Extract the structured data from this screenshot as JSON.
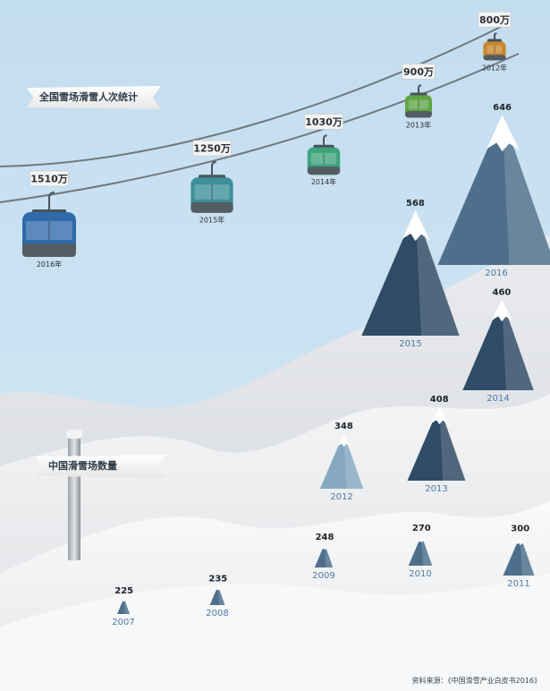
{
  "colors": {
    "sky": "#c9e1f1",
    "cable": "#6f7a80",
    "mountain_dark": "#2f4b66",
    "mountain_mid": "#4e6f8c",
    "mountain_light": "#86a8c1",
    "label_year_blue": "#4d78a6"
  },
  "labels": {
    "cable_title": "全国雪场滑雪人次统计",
    "resort_title": "中国滑雪场数量",
    "source": "资料来源：《中国滑雪产业白皮书2016》"
  },
  "chart_data": [
    {
      "type": "pictograph",
      "title": "全国雪场滑雪人次统计",
      "unit": "万",
      "categories": [
        "2012年",
        "2013年",
        "2014年",
        "2015年",
        "2016年"
      ],
      "value_labels": [
        "800万",
        "900万",
        "1030万",
        "1250万",
        "1510万"
      ],
      "values": [
        800,
        900,
        1030,
        1250,
        1510
      ],
      "icon": "cable-car-gondola-icon",
      "cabin_colors": [
        "#c8872f",
        "#5fa544",
        "#3ea37b",
        "#3c8e99",
        "#2f6aa9"
      ]
    },
    {
      "type": "pictograph",
      "title": "中国滑雪场数量",
      "categories": [
        "2007",
        "2008",
        "2009",
        "2010",
        "2011",
        "2012",
        "2013",
        "2014",
        "2015",
        "2016"
      ],
      "values": [
        225,
        235,
        248,
        270,
        300,
        348,
        408,
        460,
        568,
        646
      ],
      "icon": "snow-mountain-icon"
    }
  ]
}
